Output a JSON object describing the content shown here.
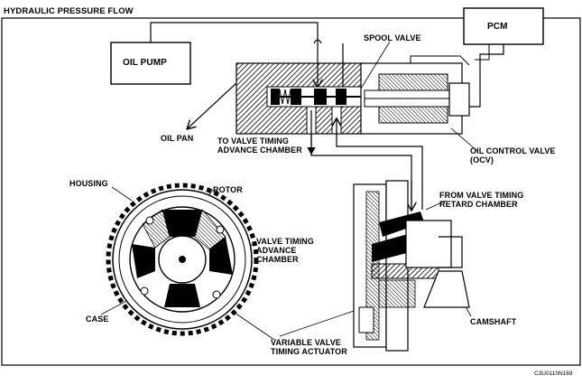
{
  "title": "HYDRAULIC PRESSURE FLOW",
  "labels": {
    "oil_pump": "OIL PUMP",
    "pcm": "PCM",
    "spool_valve": "SPOOL VALVE",
    "oil_pan": "OIL PAN",
    "to_advance_1": "TO VALVE TIMING",
    "to_advance_2": "ADVANCE CHAMBER",
    "ocv_1": "OIL CONTROL VALVE",
    "ocv_2": "(OCV)",
    "housing": "HOUSING",
    "rotor": "ROTOR",
    "vt_adv_1": "VALVE TIMING",
    "vt_adv_2": "ADVANCE",
    "vt_adv_3": "CHAMBER",
    "from_retard_1": "FROM VALVE TIMING",
    "from_retard_2": "RETARD CHAMBER",
    "case": "CASE",
    "camshaft": "CAMSHAFT",
    "vvta_1": "VARIABLE VALVE",
    "vvta_2": "TIMING ACTUATOR"
  },
  "ref_code": "C3U0110N169"
}
